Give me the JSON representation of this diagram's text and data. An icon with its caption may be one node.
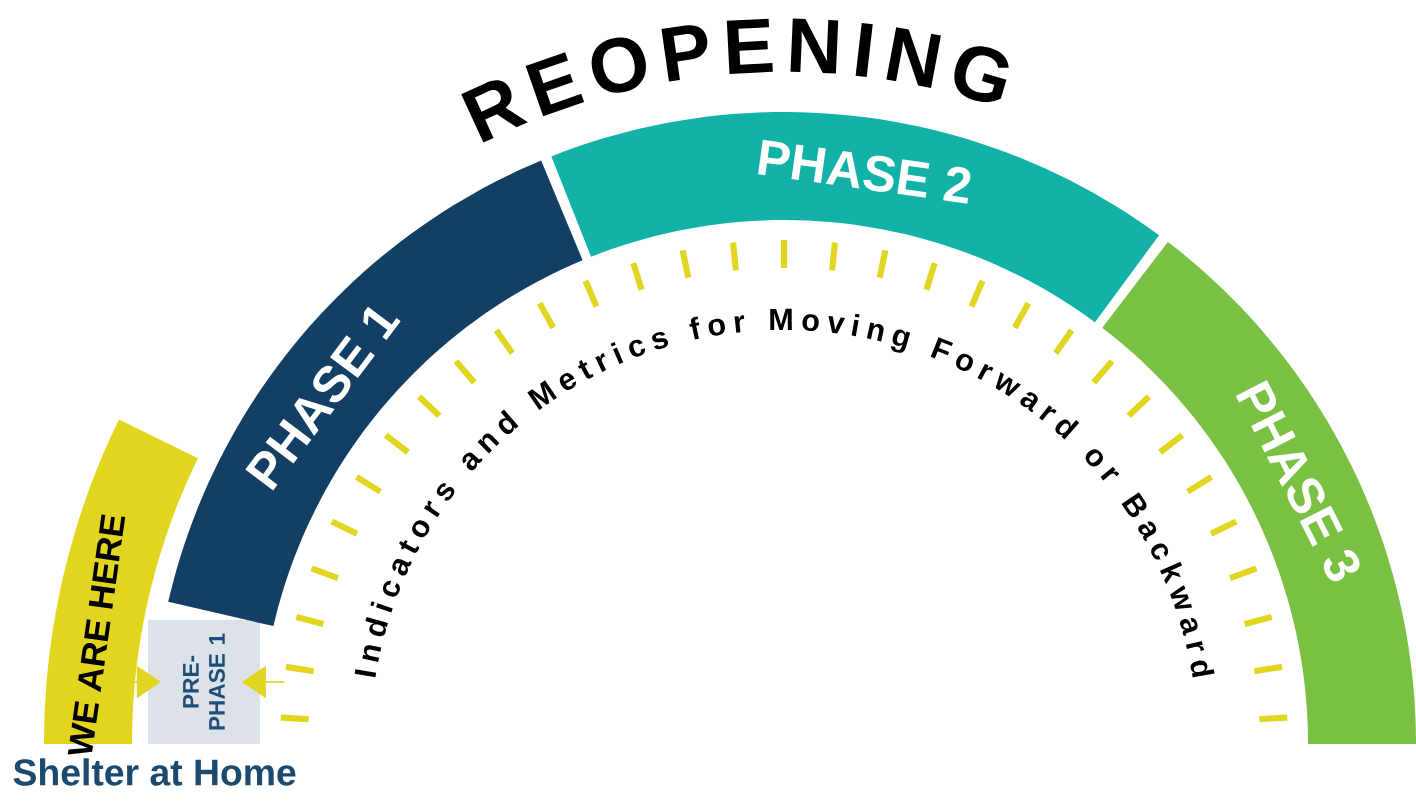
{
  "diagram": {
    "title": "REOPENING",
    "nodes": [
      {
        "text": [
          "WE ARE HERE"
        ]
      },
      {
        "text": [
          "PRE- PHASE 1"
        ]
      },
      {
        "text": [
          "PHASE 1"
        ]
      },
      {
        "text": [
          "PHASE 2"
        ]
      },
      {
        "text": [
          "PHASE 3"
        ]
      }
    ],
    "edges": [
      {
        "from": 0,
        "to": 1,
        "arrow": "to"
      },
      {
        "from": null,
        "to": 1,
        "arrow": "to"
      }
    ],
    "labels": [
      "Indicators and Metrics for Moving Forward or Backward",
      "Shelter at Home"
    ]
  }
}
